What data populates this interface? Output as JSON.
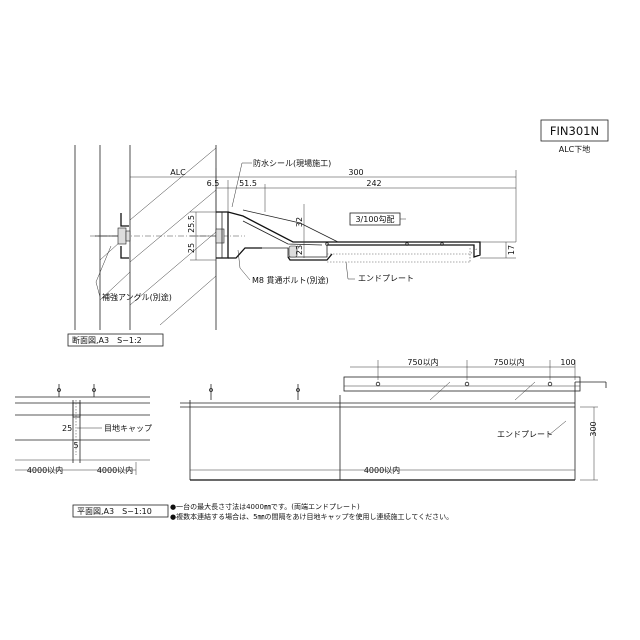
{
  "title_block": {
    "code": "FIN301N",
    "subtitle": "ALC下地"
  },
  "section_view": {
    "caption": "断面図,A3　S−1:2",
    "dims": {
      "alc": "ALC",
      "d300": "300",
      "d65": "6.5",
      "d515": "51.5",
      "d242": "242",
      "d255": "25.5",
      "d25": "25",
      "d32": "32",
      "d23": "23",
      "d17": "17"
    },
    "labels": {
      "waterproof_seal": "防水シール(現場施工)",
      "slope": "3/100勾配",
      "end_plate": "エンドプレート",
      "bolt": "M8 貫通ボルト(別途)",
      "angle": "補強アングル(別途)"
    }
  },
  "plan_view": {
    "caption": "平面図,A3　S−1:10",
    "dims": {
      "left_len": "4000以内",
      "right_len": "4000以内",
      "gap25": "25",
      "gap5": "5",
      "total_len": "4000以内",
      "pitch1": "750以内",
      "pitch2": "750以内",
      "end100": "100",
      "depth300": "300"
    },
    "labels": {
      "joint_cap": "目地キャップ",
      "end_plate": "エンドプレート"
    }
  },
  "notes": [
    "●一台の最大長さ寸法は4000㎜です。(両端エンドプレート)",
    "●複数本連結する場合は、5㎜の間隔をあけ目地キャップを使用し連続施工してください。"
  ]
}
